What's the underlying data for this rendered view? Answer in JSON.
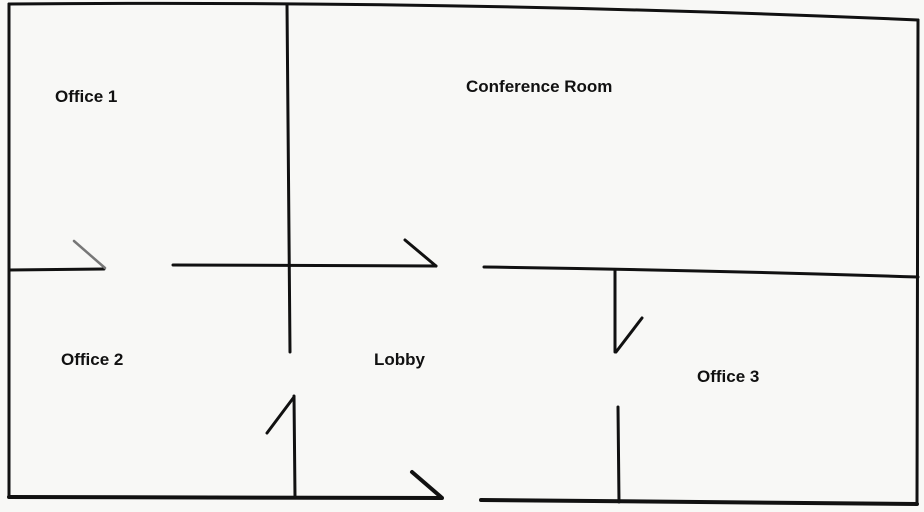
{
  "rooms": {
    "office_1": "Office 1",
    "conference_room": "Conference Room",
    "office_2": "Office 2",
    "lobby": "Lobby",
    "office_3": "Office 3"
  }
}
